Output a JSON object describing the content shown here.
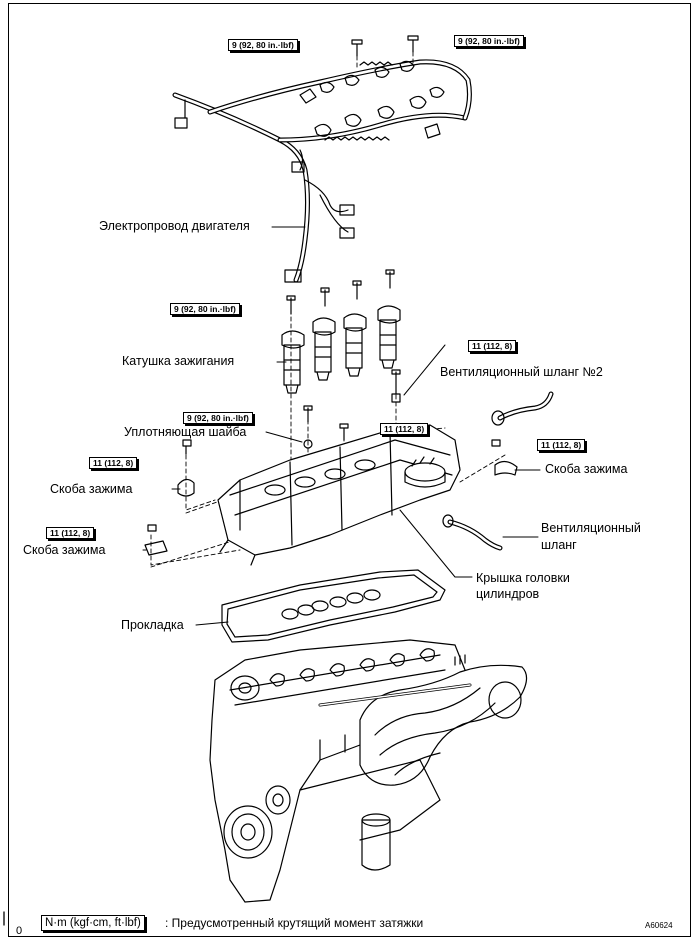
{
  "labels": {
    "engine_wire": "Электропровод двигателя",
    "ignition_coil": "Катушка зажигания",
    "seal_washer": "Уплотняющая шайба",
    "clamp_left_1": "Скоба зажима",
    "clamp_left_2": "Скоба зажима",
    "clamp_right": "Скоба зажима",
    "vent_hose_2": "Вентиляционный шланг №2",
    "vent_hose_line1": "Вентиляционный",
    "vent_hose_line2": "шланг",
    "head_cover_line1": "Крышка головки",
    "head_cover_line2": "цилиндров",
    "gasket": "Прокладка"
  },
  "torques": {
    "t1": "9 (92, 80 in.·lbf)",
    "t2": "9 (92, 80 in.·lbf)",
    "t3": "9 (92, 80 in.·lbf)",
    "t4": "9 (92, 80 in.·lbf)",
    "t5": "11 (112, 8)",
    "t6": "11 (112, 8)",
    "t7": "11 (112, 8)",
    "t8": "11 (112, 8)",
    "t9": "11 (112, 8)"
  },
  "legend": {
    "unit_box": "N·m (kgf·cm, ft·lbf)",
    "text": ": Предусмотренный крутящий момент затяжки"
  },
  "figure_code": "A60624",
  "corner_mark": "0"
}
